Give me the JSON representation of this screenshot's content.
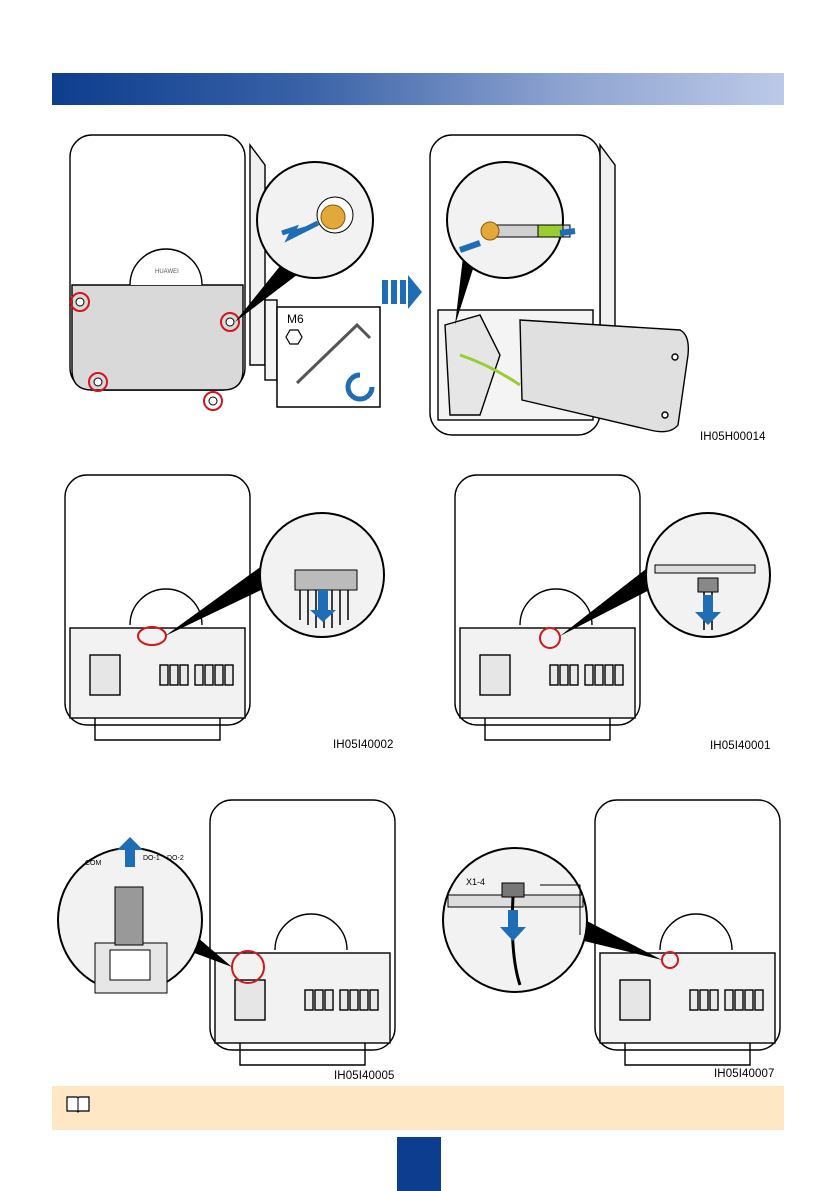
{
  "figures": {
    "top": {
      "label": "IH05H00014",
      "wrench_label": "M6"
    },
    "mid_left": {
      "label": "IH05I40002"
    },
    "mid_right": {
      "label": "IH05I40001"
    },
    "bot_left": {
      "label": "IH05I40005",
      "port_labels": [
        "COM",
        "DO-1",
        "DO-2"
      ]
    },
    "bot_right": {
      "label": "IH05I40007",
      "terminal_label": "X1-4"
    }
  },
  "colors": {
    "header_start": "#0d3d8e",
    "header_end": "#bcc9e8",
    "arrow_blue": "#1f6db5",
    "callout_red": "#d2161e",
    "note_bg": "#fde7c4",
    "cable_green": "#9acd32"
  },
  "icons": {
    "note": "book-icon",
    "arrow": "triple-arrow-icon"
  }
}
